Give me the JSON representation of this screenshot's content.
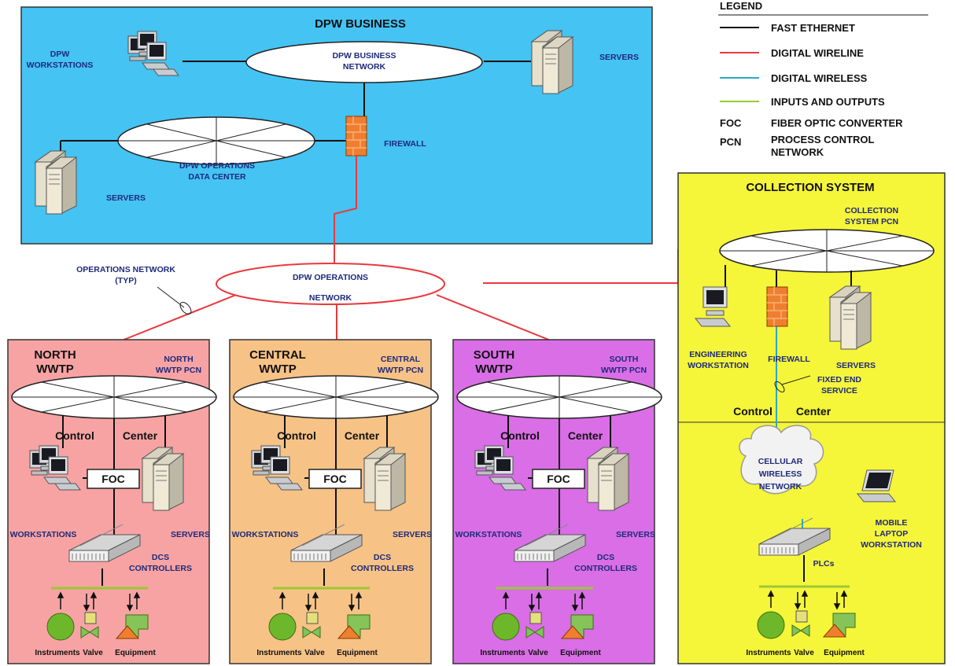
{
  "legend": {
    "title": "LEGEND",
    "fast_ethernet": "FAST ETHERNET",
    "digital_wireline": "DIGITAL WIRELINE",
    "digital_wireless": "DIGITAL WIRELESS",
    "inputs_outputs": "INPUTS AND OUTPUTS",
    "foc_abbr": "FOC",
    "foc_desc": "FIBER OPTIC CONVERTER",
    "pcn_abbr": "PCN",
    "pcn_desc_1": "PROCESS CONTROL",
    "pcn_desc_2": "NETWORK"
  },
  "colors": {
    "business_bg": "#45c3f3",
    "north_bg": "#f7a3a3",
    "central_bg": "#f7c286",
    "south_bg": "#d96ee6",
    "collection_bg": "#f5f53a",
    "wireline": "#e8393e",
    "wireless": "#2aa8c9",
    "io": "#9ac933"
  },
  "business": {
    "title": "DPW BUSINESS",
    "network_1": "DPW BUSINESS",
    "network_2": "NETWORK",
    "workstations_1": "DPW",
    "workstations_2": "WORKSTATIONS",
    "servers_top": "SERVERS",
    "firewall": "FIREWALL",
    "datacenter_1": "DPW OPERATIONS",
    "datacenter_2": "DATA CENTER",
    "servers_bottom": "SERVERS"
  },
  "operations": {
    "network_1": "DPW OPERATIONS",
    "network_2": "NETWORK",
    "typ_1": "OPERATIONS NETWORK",
    "typ_2": "(TYP)"
  },
  "north": {
    "title_1": "NORTH",
    "title_2": "WWTP",
    "pcn_1": "NORTH",
    "pcn_2": "WWTP PCN",
    "control": "Control",
    "center": "Center",
    "foc": "FOC",
    "workstations": "WORKSTATIONS",
    "servers": "SERVERS",
    "dcs_1": "DCS",
    "dcs_2": "CONTROLLERS",
    "instruments": "Instruments",
    "valve": "Valve",
    "equipment": "Equipment"
  },
  "central": {
    "title_1": "CENTRAL",
    "title_2": "WWTP",
    "pcn_1": "CENTRAL",
    "pcn_2": "WWTP PCN",
    "control": "Control",
    "center": "Center",
    "foc": "FOC",
    "workstations": "WORKSTATIONS",
    "servers": "SERVERS",
    "dcs_1": "DCS",
    "dcs_2": "CONTROLLERS",
    "instruments": "Instruments",
    "valve": "Valve",
    "equipment": "Equipment"
  },
  "south": {
    "title_1": "SOUTH",
    "title_2": "WWTP",
    "pcn_1": "SOUTH",
    "pcn_2": "WWTP PCN",
    "control": "Control",
    "center": "Center",
    "foc": "FOC",
    "workstations": "WORKSTATIONS",
    "servers": "SERVERS",
    "dcs_1": "DCS",
    "dcs_2": "CONTROLLERS",
    "instruments": "Instruments",
    "valve": "Valve",
    "equipment": "Equipment"
  },
  "collection": {
    "title": "COLLECTION SYSTEM",
    "pcn_1": "COLLECTION",
    "pcn_2": "SYSTEM PCN",
    "eng_1": "ENGINEERING",
    "eng_2": "WORKSTATION",
    "firewall": "FIREWALL",
    "servers": "SERVERS",
    "fixed_1": "FIXED END",
    "fixed_2": "SERVICE",
    "control": "Control",
    "center": "Center",
    "cell_1": "CELLULAR",
    "cell_2": "WIRELESS",
    "cell_3": "NETWORK",
    "mobile_1": "MOBILE",
    "mobile_2": "LAPTOP",
    "mobile_3": "WORKSTATION",
    "plcs": "PLCs",
    "instruments": "Instruments",
    "valve": "Valve",
    "equipment": "Equipment"
  }
}
